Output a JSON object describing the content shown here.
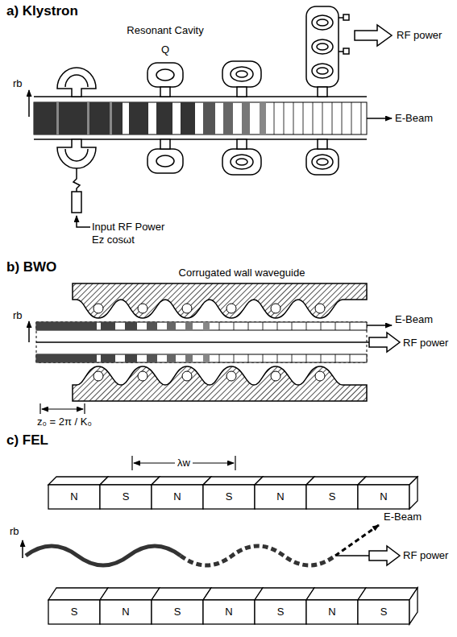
{
  "diagram": {
    "labels": [
      "a) Klystron",
      "Resonant Cavity",
      "Q",
      "RF power",
      "rb",
      "E-Beam",
      "Input RF Power",
      "Ez cosωt",
      "b) BWO",
      "Corrugated wall waveguide",
      "rb",
      "E-Beam",
      "RF power",
      "z₀ = 2π / K₀",
      "c) FEL",
      "λw",
      "E-Beam",
      "rb",
      "RF power",
      "N",
      "S",
      "N",
      "S",
      "N",
      "S",
      "N",
      "S",
      "N",
      "S",
      "N",
      "S",
      "N",
      "S"
    ]
  }
}
